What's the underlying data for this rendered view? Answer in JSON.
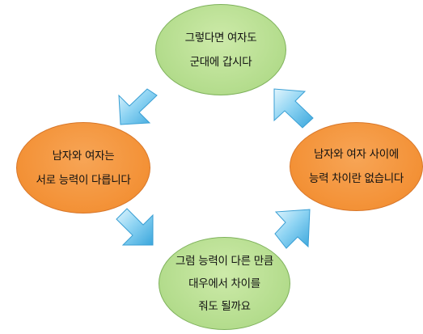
{
  "diagram": {
    "nodes": {
      "top": {
        "lines": [
          "그렇다면 여자도",
          "군대에 갑시다"
        ],
        "color": "#b3dc8c"
      },
      "left": {
        "lines": [
          "남자와 여자는",
          "서로 능력이 다릅니다"
        ],
        "color": "#f39136"
      },
      "right": {
        "lines": [
          "남자와 여자 사이에",
          "능력 차이란 없습니다"
        ],
        "color": "#f39136"
      },
      "bottom": {
        "lines": [
          "그럼 능력이 다른 만큼",
          "대우에서 차이를",
          "줘도 될까요"
        ],
        "color": "#b3dc8c"
      }
    },
    "arrow_color": "#5bb8e6",
    "flow": [
      "left",
      "bottom",
      "right",
      "top",
      "left"
    ]
  }
}
